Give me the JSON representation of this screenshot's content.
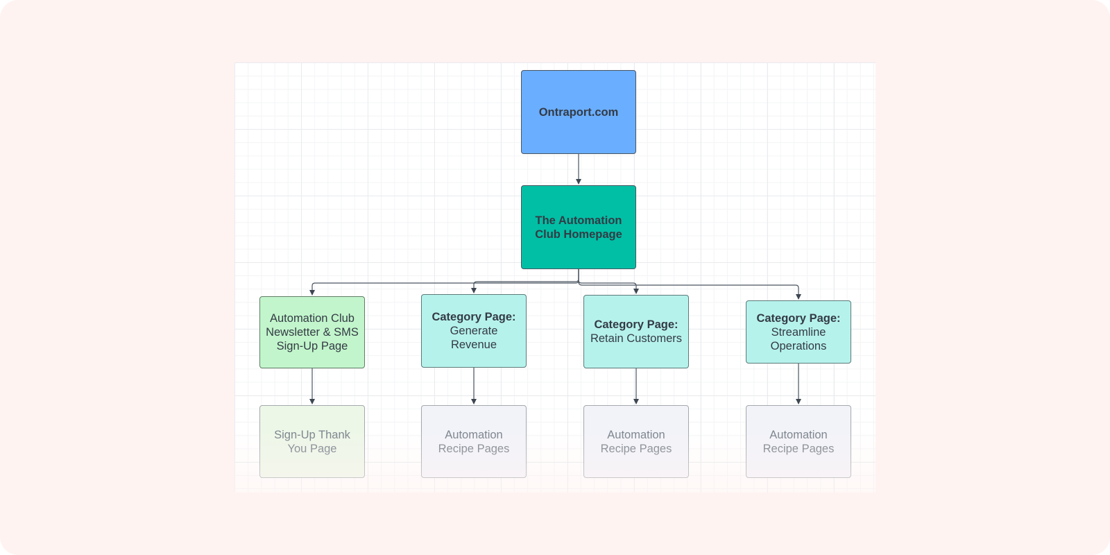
{
  "diagram": {
    "nodes": {
      "root": {
        "title": "Ontraport.com"
      },
      "home": {
        "title": "The Automation Club Homepage"
      },
      "newsletter": {
        "label": "Automation Club Newsletter & SMS Sign-Up Page"
      },
      "revenue": {
        "title": "Category Page:",
        "subtitle": "Generate Revenue"
      },
      "retain": {
        "title": "Category Page:",
        "subtitle": "Retain Customers"
      },
      "operations": {
        "title": "Category Page:",
        "subtitle": "Streamline Operations"
      },
      "thankyou": {
        "label": "Sign-Up Thank You Page"
      },
      "recipes_revenue": {
        "label": "Automation Recipe Pages"
      },
      "recipes_retain": {
        "label": "Automation Recipe Pages"
      },
      "recipes_operations": {
        "label": "Automation Recipe Pages"
      }
    },
    "edges": [
      [
        "root",
        "home"
      ],
      [
        "home",
        "newsletter"
      ],
      [
        "home",
        "revenue"
      ],
      [
        "home",
        "retain"
      ],
      [
        "home",
        "operations"
      ],
      [
        "newsletter",
        "thankyou"
      ],
      [
        "revenue",
        "recipes_revenue"
      ],
      [
        "retain",
        "recipes_retain"
      ],
      [
        "operations",
        "recipes_operations"
      ]
    ],
    "colors": {
      "root": "#6aaeff",
      "home": "#00bfa5",
      "newsletter": "#c2f5cb",
      "category": "#b6f2ec",
      "thankyou": "#edf7e8",
      "recipe": "#f2f3f9",
      "connector": "#4a5561"
    }
  }
}
